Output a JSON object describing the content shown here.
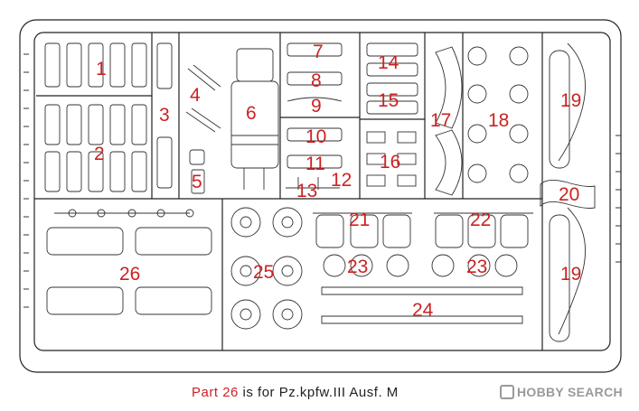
{
  "part_numbers": [
    "1",
    "2",
    "3",
    "4",
    "5",
    "6",
    "7",
    "8",
    "9",
    "10",
    "11",
    "12",
    "13",
    "14",
    "15",
    "16",
    "17",
    "18",
    "19",
    "20",
    "21",
    "22",
    "23",
    "23",
    "24",
    "25",
    "26",
    "19"
  ],
  "footer": {
    "part_label": "Part",
    "part_number": "26",
    "text_mid": "is for",
    "vehicle": "Pz.kpfw.III Ausf. M"
  },
  "watermark": {
    "text": "HOBBY SEARCH"
  },
  "colors": {
    "label_red": "#cc2222",
    "line": "#222222",
    "watermark_gray": "#9a9a9a"
  }
}
